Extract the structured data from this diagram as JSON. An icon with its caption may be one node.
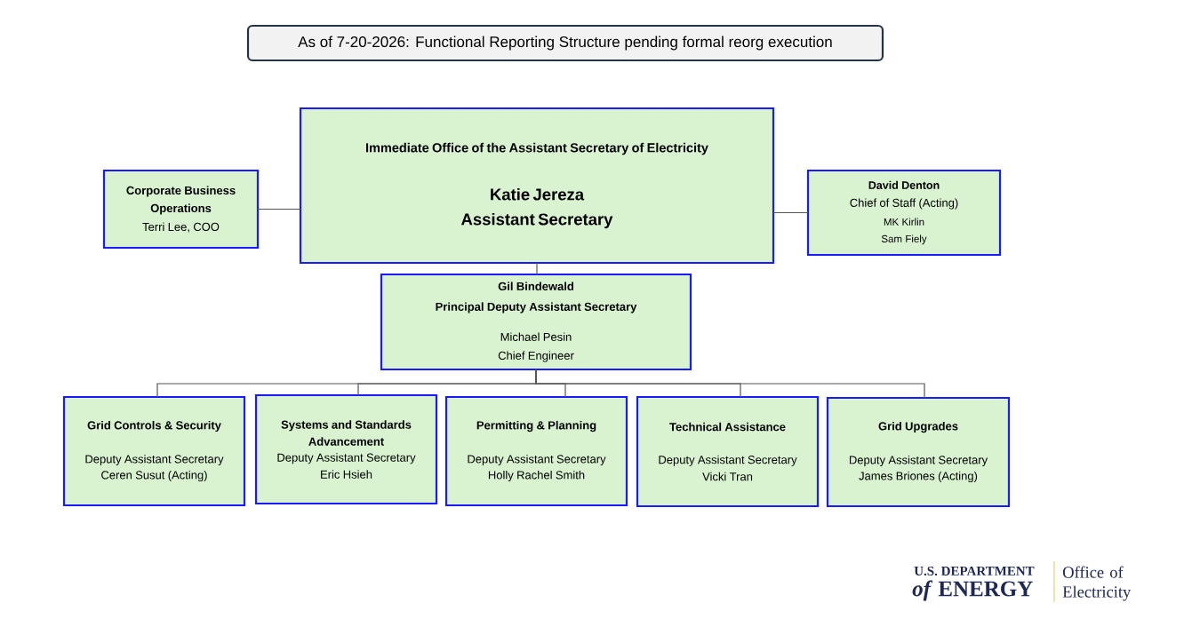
{
  "diagram": {
    "title": "As of 7-20-2026: Functional Reporting Structure pending formal reorg execution",
    "nodes": [
      {
        "text": [
          "Immediate Office of the Assistant Secretary of Electricity",
          "Katie Jereza",
          "Assistant Secretary"
        ]
      },
      {
        "text": [
          "Corporate Business Operations",
          "Terri Lee, COO"
        ]
      },
      {
        "text": [
          "David Denton",
          "Chief of Staff (Acting)",
          "MK Kirlin",
          "Sam Fiely"
        ]
      },
      {
        "text": [
          "Gil Bindewald",
          "Principal Deputy Assistant Secretary",
          "Michael Pesin",
          "Chief Engineer"
        ]
      },
      {
        "text": [
          "Grid Controls & Security",
          "Deputy Assistant Secretary",
          "Ceren Susut (Acting)"
        ]
      },
      {
        "text": [
          "Systems and Standards Advancement",
          "Deputy Assistant Secretary",
          "Eric Hsieh"
        ]
      },
      {
        "text": [
          "Permitting & Planning",
          "Deputy Assistant Secretary",
          "Holly Rachel Smith"
        ]
      },
      {
        "text": [
          "Technical Assistance",
          "Deputy Assistant Secretary",
          "Vicki Tran"
        ]
      },
      {
        "text": [
          "Grid Upgrades",
          "Deputy Assistant Secretary",
          "James Briones (Acting)"
        ]
      }
    ],
    "edges": [
      {
        "from": 0,
        "to": 1,
        "arrow": "none"
      },
      {
        "from": 0,
        "to": 2,
        "arrow": "none"
      },
      {
        "from": 0,
        "to": 3,
        "arrow": "none"
      },
      {
        "from": 3,
        "to": 4,
        "arrow": "none"
      },
      {
        "from": 3,
        "to": 5,
        "arrow": "none"
      },
      {
        "from": 3,
        "to": 6,
        "arrow": "none"
      },
      {
        "from": 3,
        "to": 7,
        "arrow": "none"
      },
      {
        "from": 3,
        "to": 8,
        "arrow": "none"
      }
    ],
    "labels": [
      "U.S. DEPARTMENT",
      "*of* ENERGY",
      "Office of Electricity"
    ]
  }
}
